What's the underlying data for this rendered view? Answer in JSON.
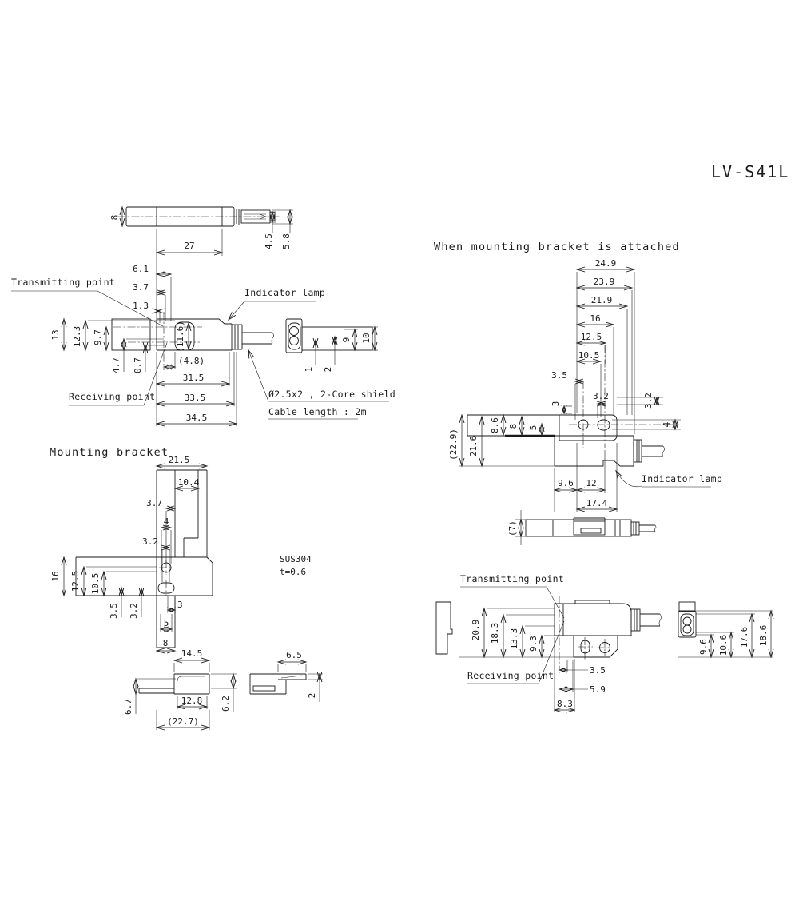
{
  "drawing_title": "LV-S41L",
  "colors": {
    "ink": "#1a1a1a",
    "bg": "#ffffff"
  },
  "labels": {
    "transmitting_point": "Transmitting point",
    "receiving_point": "Receiving point",
    "indicator_lamp": "Indicator lamp",
    "cable_spec": "Ø2.5x2 , 2-Core shield",
    "cable_length": "Cable length : 2m",
    "bracket_title": "Mounting bracket",
    "attached_title": "When mounting bracket is attached",
    "material": "SUS304",
    "thickness": "t=0.6"
  },
  "sensor_top": {
    "h8": "8",
    "l27": "27",
    "d45": "4.5",
    "d58": "5.8"
  },
  "sensor_front": {
    "d61": "6.1",
    "d37": "3.7",
    "d13": "1.3",
    "h13": "13",
    "h123": "12.3",
    "h97": "9.7",
    "h47": "4.7",
    "h07": "0.7",
    "w116": "(11.6)",
    "w48": "(4.8)",
    "l315": "31.5",
    "l335": "33.5",
    "l345": "34.5"
  },
  "sensor_end": {
    "o1": "1",
    "o2": "2",
    "h9": "9",
    "h10": "10"
  },
  "bracket_front": {
    "w215": "21.5",
    "w104": "10.4",
    "d37": "3.7",
    "d4": "4",
    "d32": "3.2",
    "h16": "16",
    "h125": "12.5",
    "h105": "10.5",
    "d35": "3.5",
    "d32b": "3.2",
    "d3": "3",
    "d5": "5",
    "d8": "8"
  },
  "bracket_bottom": {
    "w145": "14.5",
    "w128": "12.8",
    "w227": "(22.7)",
    "h67": "6.7",
    "h62": "6.2"
  },
  "bracket_side": {
    "w65": "6.5",
    "t2": "2"
  },
  "attached_front": {
    "w249": "24.9",
    "w239": "23.9",
    "w219": "21.9",
    "w16": "16",
    "w125": "12.5",
    "w105": "10.5",
    "w35": "3.5",
    "w32": "3.2",
    "r32": "3.2",
    "r4": "4",
    "h229": "(22.9)",
    "h216": "21.6",
    "h86": "8.6",
    "h8": "8",
    "h5": "5",
    "h3": "3",
    "b96": "9.6",
    "b12": "12",
    "b174": "17.4"
  },
  "attached_side": {
    "h7": "(7)"
  },
  "attached_bottom": {
    "h209": "20.9",
    "h183": "18.3",
    "h133": "13.3",
    "h93": "9.3",
    "b35": "3.5",
    "b59": "5.9",
    "b83": "8.3",
    "r96": "9.6",
    "r106": "10.6",
    "r176": "17.6",
    "r186": "18.6"
  }
}
